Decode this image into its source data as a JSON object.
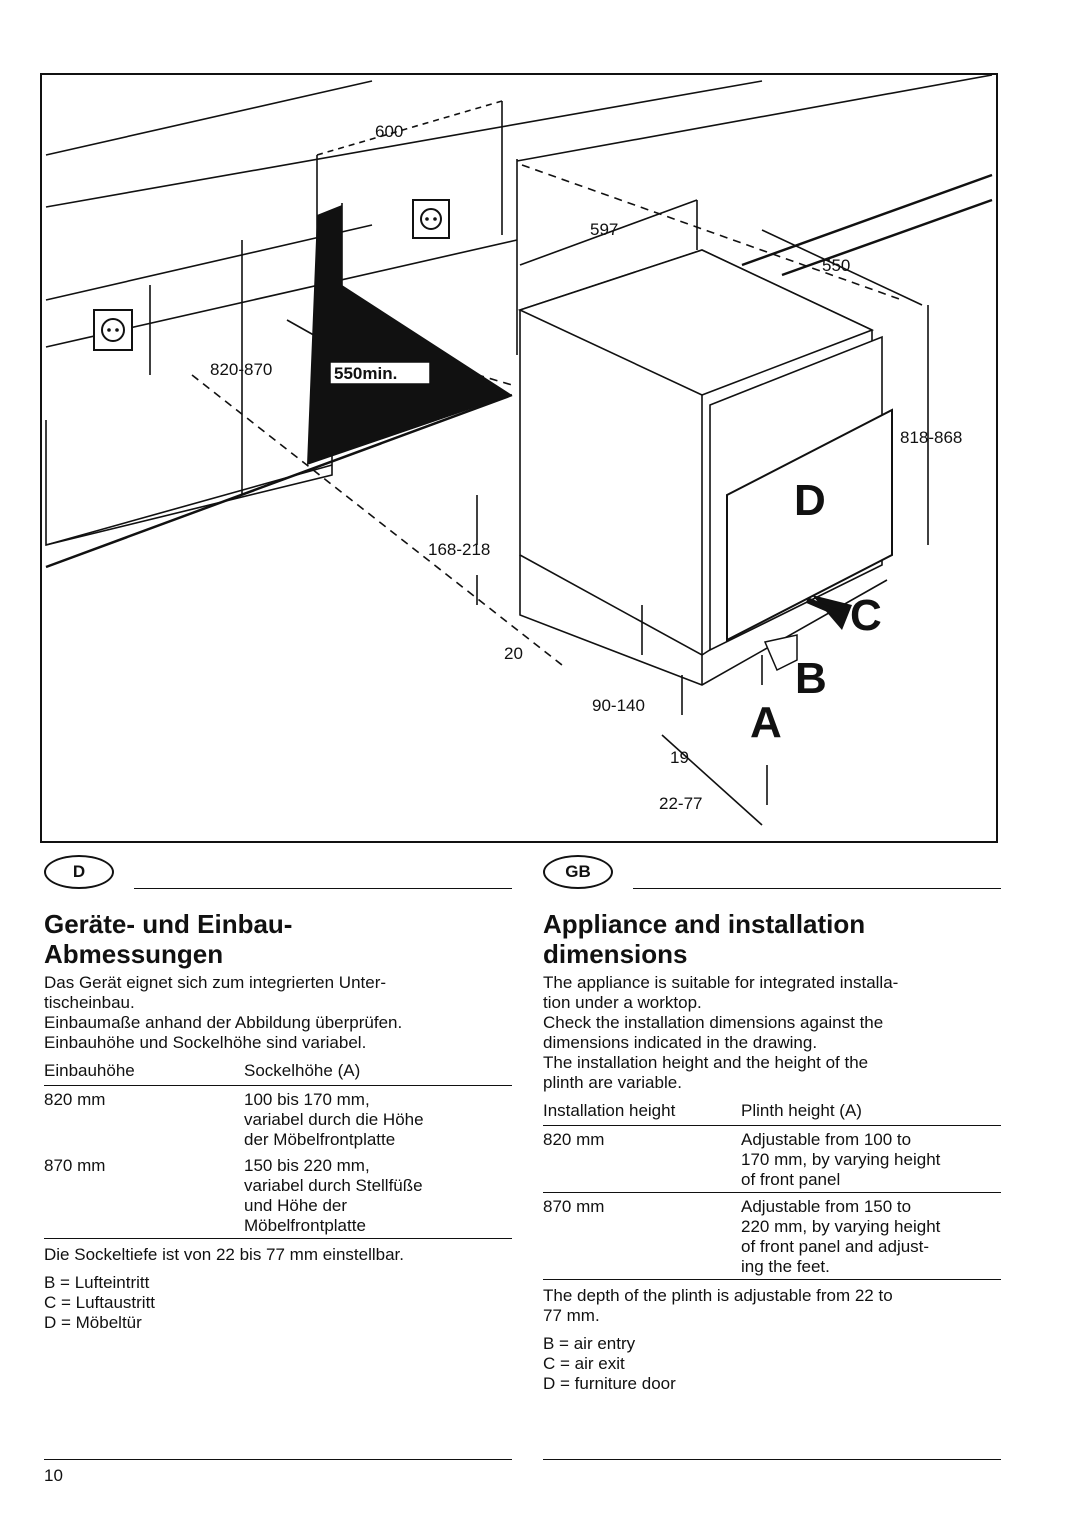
{
  "figure": {
    "dims": {
      "w600": "600",
      "w597": "597",
      "d550": "550",
      "h820_870": "820-870",
      "min550": "550min.",
      "h818_868": "818-868",
      "h168_218": "168-218",
      "d20": "20",
      "h90_140": "90-140",
      "d19": "19",
      "d22_77": "22-77"
    },
    "letters": {
      "A": "A",
      "B": "B",
      "C": "C",
      "D": "D"
    },
    "icons": [
      "power-socket-icon",
      "power-socket-icon"
    ]
  },
  "de": {
    "badge": "D",
    "title_line1": "Geräte- und Einbau-",
    "title_line2": "Abmessungen",
    "para1_line1": "Das Gerät eignet sich zum integrierten Unter-",
    "para1_line2": "tischeinbau.",
    "para2": "Einbaumaße anhand der Abbildung überprüfen.",
    "para3": "Einbauhöhe und Sockelhöhe sind variabel.",
    "table": {
      "col1": "Einbauhöhe",
      "col2": "Sockelhöhe (A)",
      "rows": [
        {
          "height": "820 mm",
          "l1": "100 bis 170 mm,",
          "l2": "variabel durch die Höhe",
          "l3": "der Möbelfrontplatte"
        },
        {
          "height": "870 mm",
          "l1": "150 bis 220 mm,",
          "l2": "variabel durch Stellfüße",
          "l3": "und Höhe der",
          "l4": "Möbelfrontplatte"
        }
      ]
    },
    "depth": "Die Sockeltiefe ist von 22 bis 77 mm einstellbar.",
    "legend": [
      "B = Lufteintritt",
      "C = Luftaustritt",
      "D = Möbeltür"
    ]
  },
  "en": {
    "badge": "GB",
    "title_line1": "Appliance and installation",
    "title_line2": "dimensions",
    "p1_l1": "The appliance is suitable for integrated installa-",
    "p1_l2": "tion under a worktop.",
    "p2_l1": "Check the installation dimensions against the",
    "p2_l2": "dimensions indicated in the drawing.",
    "p3_l1": "The installation height and the height of the",
    "p3_l2": "plinth are variable.",
    "table": {
      "col1": "Installation height",
      "col2": "Plinth height (A)",
      "rows": [
        {
          "height": "820 mm",
          "l1": "Adjustable from 100 to",
          "l2": "170 mm, by varying height",
          "l3": "of front panel"
        },
        {
          "height": "870 mm",
          "l1": "Adjustable from 150 to",
          "l2": "220 mm, by varying height",
          "l3": "of front panel and adjust-",
          "l4": "ing the feet."
        }
      ]
    },
    "depth_l1": "The depth of the plinth is adjustable from 22 to",
    "depth_l2": "77 mm.",
    "legend": [
      "B = air entry",
      "C = air exit",
      "D = furniture door"
    ]
  },
  "page_number": "10"
}
